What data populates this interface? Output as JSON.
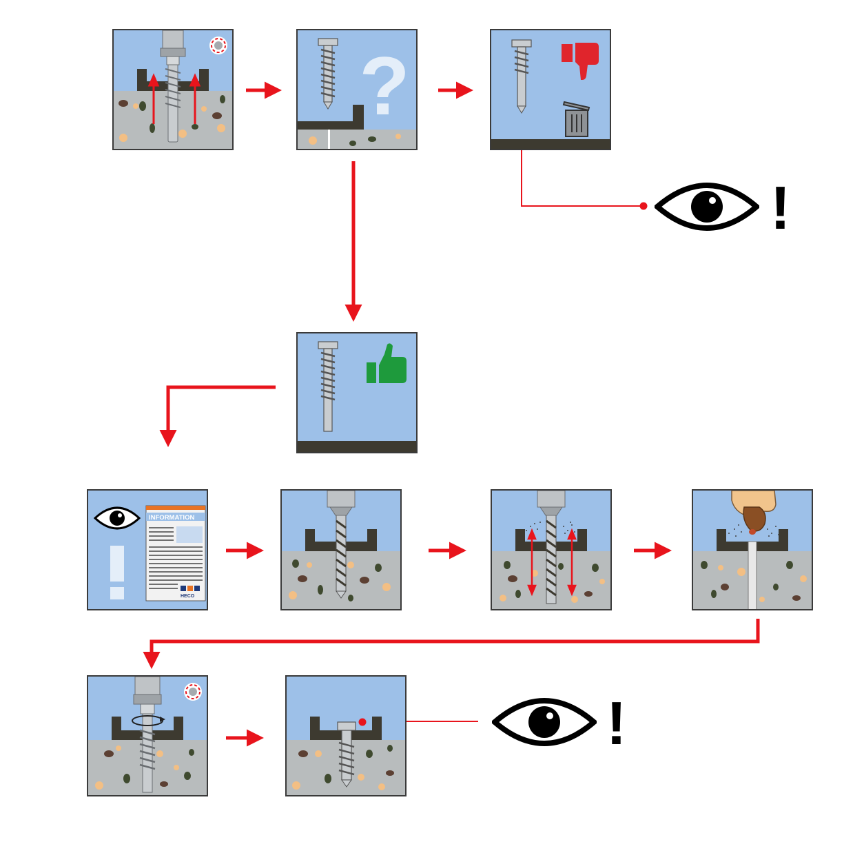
{
  "steps": [
    {
      "id": "remove-screw",
      "icon": "drill-reverse-icon"
    },
    {
      "id": "check-screw",
      "icon": "question-mark-icon"
    },
    {
      "id": "screw-rejected",
      "icon": "thumbs-down-icon"
    },
    {
      "id": "screw-approved",
      "icon": "thumbs-up-icon"
    },
    {
      "id": "read-information",
      "icon": "information-sheet-icon"
    },
    {
      "id": "drill-hole",
      "icon": "drill-bit-icon"
    },
    {
      "id": "clean-hole",
      "icon": "dust-arrows-icon"
    },
    {
      "id": "fill-hole",
      "icon": "pouring-hand-icon"
    },
    {
      "id": "reinstall-screw",
      "icon": "drill-rotate-icon"
    },
    {
      "id": "installed-screw",
      "icon": "screw-icon"
    }
  ],
  "information_sheet": {
    "title": "INFORMATION",
    "brand": "HECO"
  },
  "callouts": [
    {
      "id": "inspect-rejected",
      "icon": "eye-icon",
      "mark": "!"
    },
    {
      "id": "inspect-installed",
      "icon": "eye-icon",
      "mark": "!"
    }
  ],
  "colors": {
    "sky": "#9dc0e8",
    "concrete": "#b8bcbd",
    "fixture": "#3d3a30",
    "arrow": "#e8141c",
    "approve": "#1e9a3c",
    "reject": "#e0252c"
  }
}
